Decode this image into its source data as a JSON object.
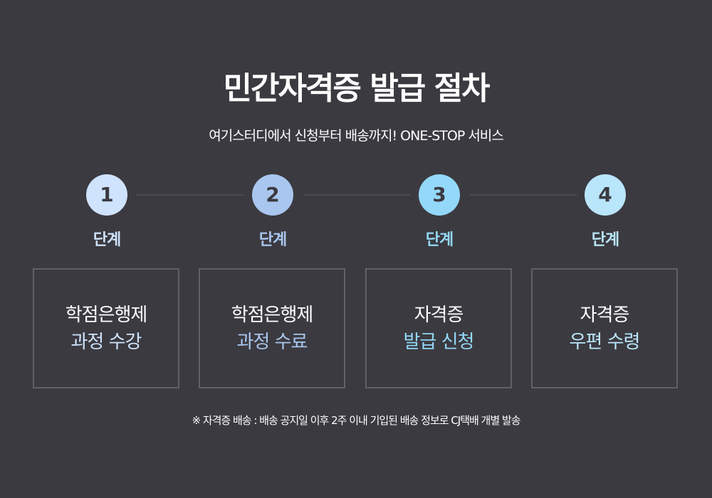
{
  "title": "민간자격증 발급 절차",
  "subtitle": "여기스터디에서 신청부터 배송까지! ONE-STOP 서비스",
  "steps": [
    {
      "number": "1",
      "label": "단계",
      "color": "#cfe3fd",
      "line1": "학점은행제",
      "line2": "과정 수강"
    },
    {
      "number": "2",
      "label": "단계",
      "color": "#a9c6ee",
      "line1": "학점은행제",
      "line2": "과정 수료"
    },
    {
      "number": "3",
      "label": "단계",
      "color": "#93d8f8",
      "line1": "자격증",
      "line2": "발급 신청"
    },
    {
      "number": "4",
      "label": "단계",
      "color": "#b9e6fb",
      "line1": "자격증",
      "line2": "우편 수령"
    }
  ],
  "note": "※ 자격증 배송 : 배송 공지일 이후 2주 이내 기입된 배송 정보로 CJ택배 개별 발송"
}
